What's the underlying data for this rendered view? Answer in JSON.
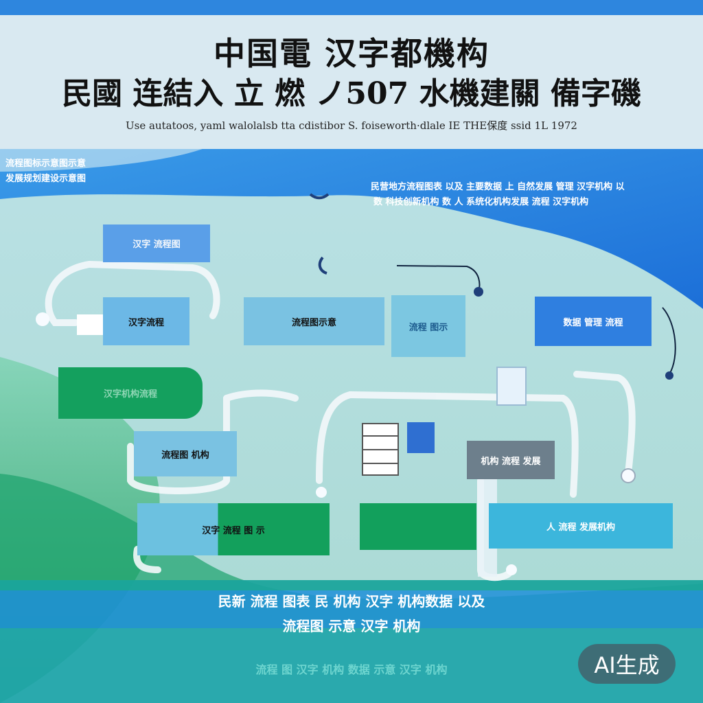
{
  "header": {
    "title_line1": "中国電 汉字都機构",
    "title_line2": "民國 连結入 立 燃 ノ507 水機建關 備字磯",
    "subtitle": "Use autatoos, yaml walolalsb tta cdistibor S. foiseworth·dlale IE THE保度 ssid 1L 1972"
  },
  "side_notes": {
    "top_left": [
      "流程图标示意图示意",
      "发展规划建设示意图"
    ],
    "top_right": [
      "民营地方流程图表 以及 主要数据 上 自然发展 管理 汉字机构 以",
      "数 科技创新机构 数 人 系统化机构发展 流程 汉字机构"
    ]
  },
  "boxes": [
    {
      "id": "box-1",
      "label": "汉字 流程图"
    },
    {
      "id": "box-2",
      "label": "汉字流程"
    },
    {
      "id": "box-3",
      "label": "流程图示意"
    },
    {
      "id": "box-4",
      "label": "流程 图示"
    },
    {
      "id": "box-5",
      "label": "数据 管理 流程"
    },
    {
      "id": "box-6",
      "label": "汉字机构流程"
    },
    {
      "id": "box-7",
      "label": "流程图 机构"
    },
    {
      "id": "box-8",
      "label": "机构 流程 发展"
    },
    {
      "id": "box-9",
      "label": "汉字 流程 图 示"
    },
    {
      "id": "box-10",
      "label": "人 流程 发展机构"
    }
  ],
  "bands": {
    "line1": "民新 流程 图表 民 机构 汉字 机构数据 以及",
    "line2": "流程图 示意 汉字 机构",
    "bottom": "流程 图 汉字 机构 数据 示意 汉字 机构"
  },
  "badge": "AI生成",
  "colors": {
    "blue": "#2f8fe0",
    "deep_blue": "#1f6fd6",
    "green": "#11a05a",
    "teal": "#33b8d6",
    "pale": "#d9e9f1"
  }
}
